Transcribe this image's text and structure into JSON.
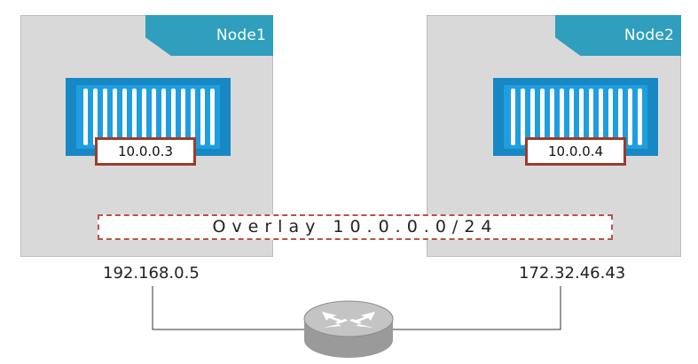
{
  "nodes": [
    {
      "label": "Node1",
      "container_ip": "10.0.0.3",
      "host_ip": "192.168.0.5"
    },
    {
      "label": "Node2",
      "container_ip": "10.0.0.4",
      "host_ip": "172.32.46.43"
    }
  ],
  "overlay": {
    "label": "Overlay 10.0.0.0/24"
  },
  "colors": {
    "node_bg": "#d9d9d9",
    "tab": "#2f9fbd",
    "container": "#1e9ee0",
    "ip_border": "#9b3c2b",
    "overlay_border": "#b9533f",
    "router": "#a9a9a9"
  },
  "icons": {
    "container": "shipping-container-icon",
    "router": "router-icon"
  }
}
